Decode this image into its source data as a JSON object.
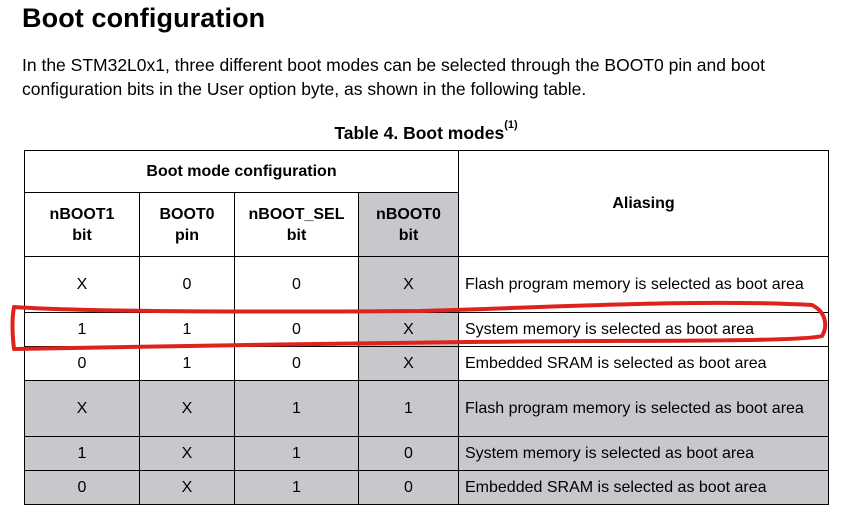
{
  "document": {
    "heading": "Boot configuration",
    "intro": "In the STM32L0x1, three different boot modes can be selected through the BOOT0 pin and boot configuration bits in the User option byte, as shown in the following table.",
    "caption": "Table 4. Boot modes",
    "caption_note": "(1)"
  },
  "table": {
    "group_header": "Boot mode configuration",
    "aliasing_header": "Aliasing",
    "columns": [
      {
        "line1": "nBOOT1",
        "line2": "bit"
      },
      {
        "line1": "BOOT0",
        "line2": "pin"
      },
      {
        "line1": "nBOOT_SEL",
        "line2": "bit"
      },
      {
        "line1": "nBOOT0",
        "line2": "bit"
      }
    ],
    "rows": [
      {
        "cells": [
          "X",
          "0",
          "0",
          "X"
        ],
        "aliasing": "Flash program memory is selected as boot area"
      },
      {
        "cells": [
          "1",
          "1",
          "0",
          "X"
        ],
        "aliasing": "System memory is selected as boot area"
      },
      {
        "cells": [
          "0",
          "1",
          "0",
          "X"
        ],
        "aliasing": "Embedded SRAM is selected as boot area"
      },
      {
        "cells": [
          "X",
          "X",
          "1",
          "1"
        ],
        "aliasing": "Flash program memory is selected as boot area"
      },
      {
        "cells": [
          "1",
          "X",
          "1",
          "0"
        ],
        "aliasing": "System memory is selected as boot area"
      },
      {
        "cells": [
          "0",
          "X",
          "1",
          "0"
        ],
        "aliasing": "Embedded SRAM is selected as boot area"
      }
    ]
  },
  "annotation": {
    "color": "#e0221d",
    "target_row": 2
  }
}
